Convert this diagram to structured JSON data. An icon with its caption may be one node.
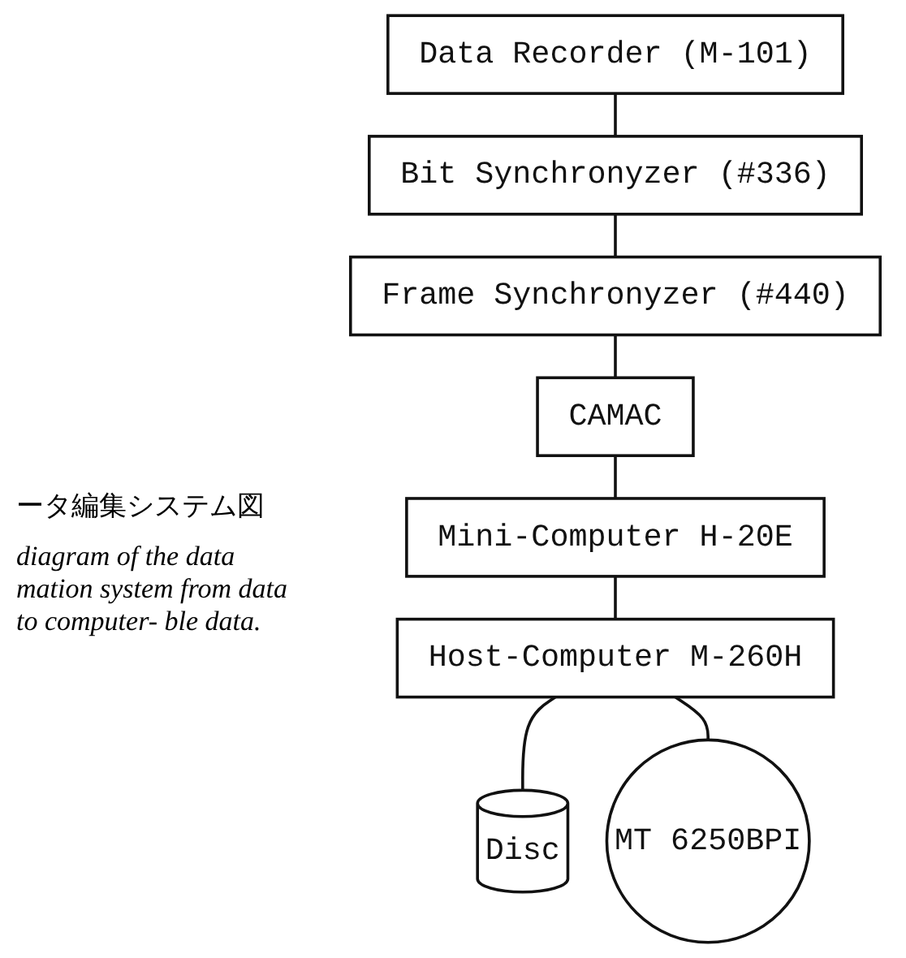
{
  "diagram": {
    "nodes": [
      {
        "text": [
          "Data Recorder (M-101)"
        ]
      },
      {
        "text": [
          "Bit Synchronyzer (#336)"
        ]
      },
      {
        "text": [
          "Frame Synchronyzer (#440)"
        ]
      },
      {
        "text": [
          "CAMAC"
        ]
      },
      {
        "text": [
          "Mini-Computer H-20E"
        ]
      },
      {
        "text": [
          "Host-Computer M-260H"
        ]
      },
      {
        "text": [
          "Disc"
        ]
      },
      {
        "text": [
          "MT 6250BPI"
        ]
      }
    ],
    "edges": [
      {
        "from": 0,
        "to": 1,
        "arrow": "none"
      },
      {
        "from": 1,
        "to": 2,
        "arrow": "none"
      },
      {
        "from": 2,
        "to": 3,
        "arrow": "none"
      },
      {
        "from": 3,
        "to": 4,
        "arrow": "none"
      },
      {
        "from": 4,
        "to": 5,
        "arrow": "none"
      },
      {
        "from": 5,
        "to": 6,
        "arrow": "none"
      },
      {
        "from": 5,
        "to": 7,
        "arrow": "none"
      }
    ],
    "labels": [
      "ータ編集システム図",
      "diagram of the data mation system from data to computer- ble data."
    ]
  }
}
